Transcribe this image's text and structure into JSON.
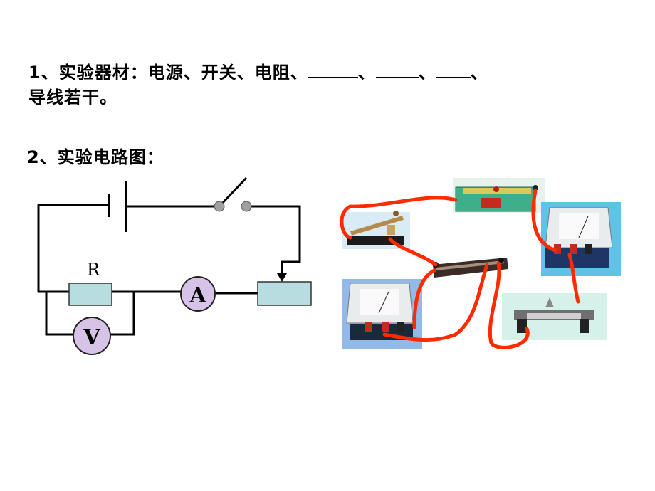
{
  "section1": {
    "prefix": "1、实验器材：电源、开关、电阻、",
    "sep": "、",
    "end": "、",
    "continuation": "导线若干。"
  },
  "section2": {
    "title": "2、实验电路图："
  },
  "circuit": {
    "resistor_label": "R",
    "ammeter_label": "A",
    "voltmeter_label": "V",
    "colors": {
      "wire": "#000000",
      "resistor_fill": "#b7dde0",
      "meter_fill": "#d7c2e8",
      "switch_contact": "#a0a0a0",
      "real_wire": "#ff2a00"
    }
  }
}
